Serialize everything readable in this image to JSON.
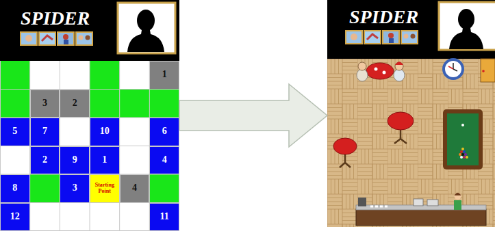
{
  "diagram": {
    "nodes": [
      {
        "text": [
          "SPIDER"
        ]
      },
      {
        "text": [
          "1"
        ],
        "in": 0
      },
      {
        "text": [
          "3"
        ],
        "in": 0
      },
      {
        "text": [
          "2"
        ],
        "in": 0
      },
      {
        "text": [
          "5"
        ],
        "in": 0
      },
      {
        "text": [
          "7"
        ],
        "in": 0
      },
      {
        "text": [
          "10"
        ],
        "in": 0
      },
      {
        "text": [
          "6"
        ],
        "in": 0
      },
      {
        "text": [
          "2"
        ],
        "in": 0
      },
      {
        "text": [
          "9"
        ],
        "in": 0
      },
      {
        "text": [
          "1"
        ],
        "in": 0
      },
      {
        "text": [
          "4"
        ],
        "in": 0
      },
      {
        "text": [
          "8"
        ],
        "in": 0
      },
      {
        "text": [
          "3"
        ],
        "in": 0
      },
      {
        "text": [
          "Starting Point"
        ],
        "in": 0
      },
      {
        "text": [
          "4"
        ],
        "in": 0
      },
      {
        "text": [
          "12"
        ],
        "in": 0
      },
      {
        "text": [
          "11"
        ],
        "in": 0
      },
      {
        "text": [
          "SPIDER"
        ]
      }
    ],
    "edges": [
      {
        "from": 0,
        "to": 18,
        "arrow": "to"
      }
    ]
  }
}
